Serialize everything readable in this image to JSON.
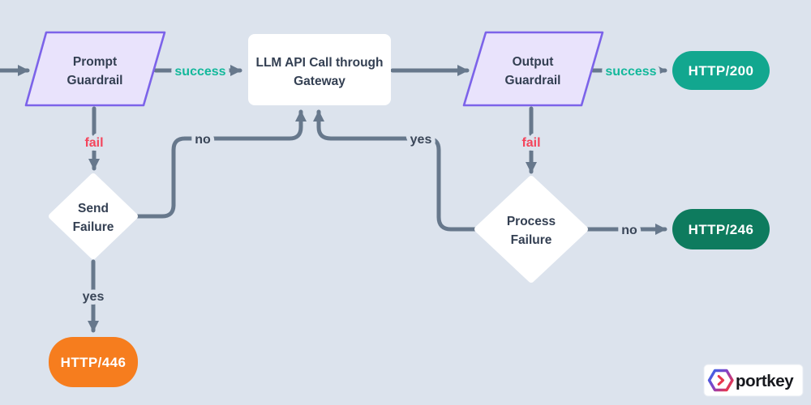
{
  "colors": {
    "background": "#dce3ed",
    "edge_line": "#67788c",
    "node_text": "#333f52",
    "parallelogram_fill": "#e9e3fc",
    "parallelogram_border": "#7c63e9",
    "process_box_fill": "#ffffff",
    "diamond_fill": "#ffffff",
    "success_label": "#13b89b",
    "fail_label": "#f4455c",
    "branch_label": "#3a4658",
    "pill_http_200": "#12a78f",
    "pill_http_246": "#0e7b5e",
    "pill_http_446": "#f67d1e",
    "pill_text": "#ffffff",
    "logo_gradient_start": "#2e6bf0",
    "logo_gradient_end": "#e8364d"
  },
  "nodes": {
    "prompt_guardrail": {
      "line1": "Prompt",
      "line2": "Guardrail"
    },
    "llm_gateway": {
      "line1": "LLM API Call through",
      "line2": "Gateway"
    },
    "output_guardrail": {
      "line1": "Output",
      "line2": "Guardrail"
    },
    "send_failure": {
      "line1": "Send",
      "line2": "Failure"
    },
    "process_failure": {
      "line1": "Process",
      "line2": "Failure"
    },
    "http_200": {
      "label": "HTTP/200"
    },
    "http_246": {
      "label": "HTTP/246"
    },
    "http_446": {
      "label": "HTTP/446"
    }
  },
  "edge_labels": {
    "prompt_success": "success",
    "output_success": "success",
    "prompt_fail": "fail",
    "output_fail": "fail",
    "send_no": "no",
    "send_yes": "yes",
    "process_yes": "yes",
    "process_no": "no"
  },
  "logo": {
    "brand": "portkey"
  }
}
